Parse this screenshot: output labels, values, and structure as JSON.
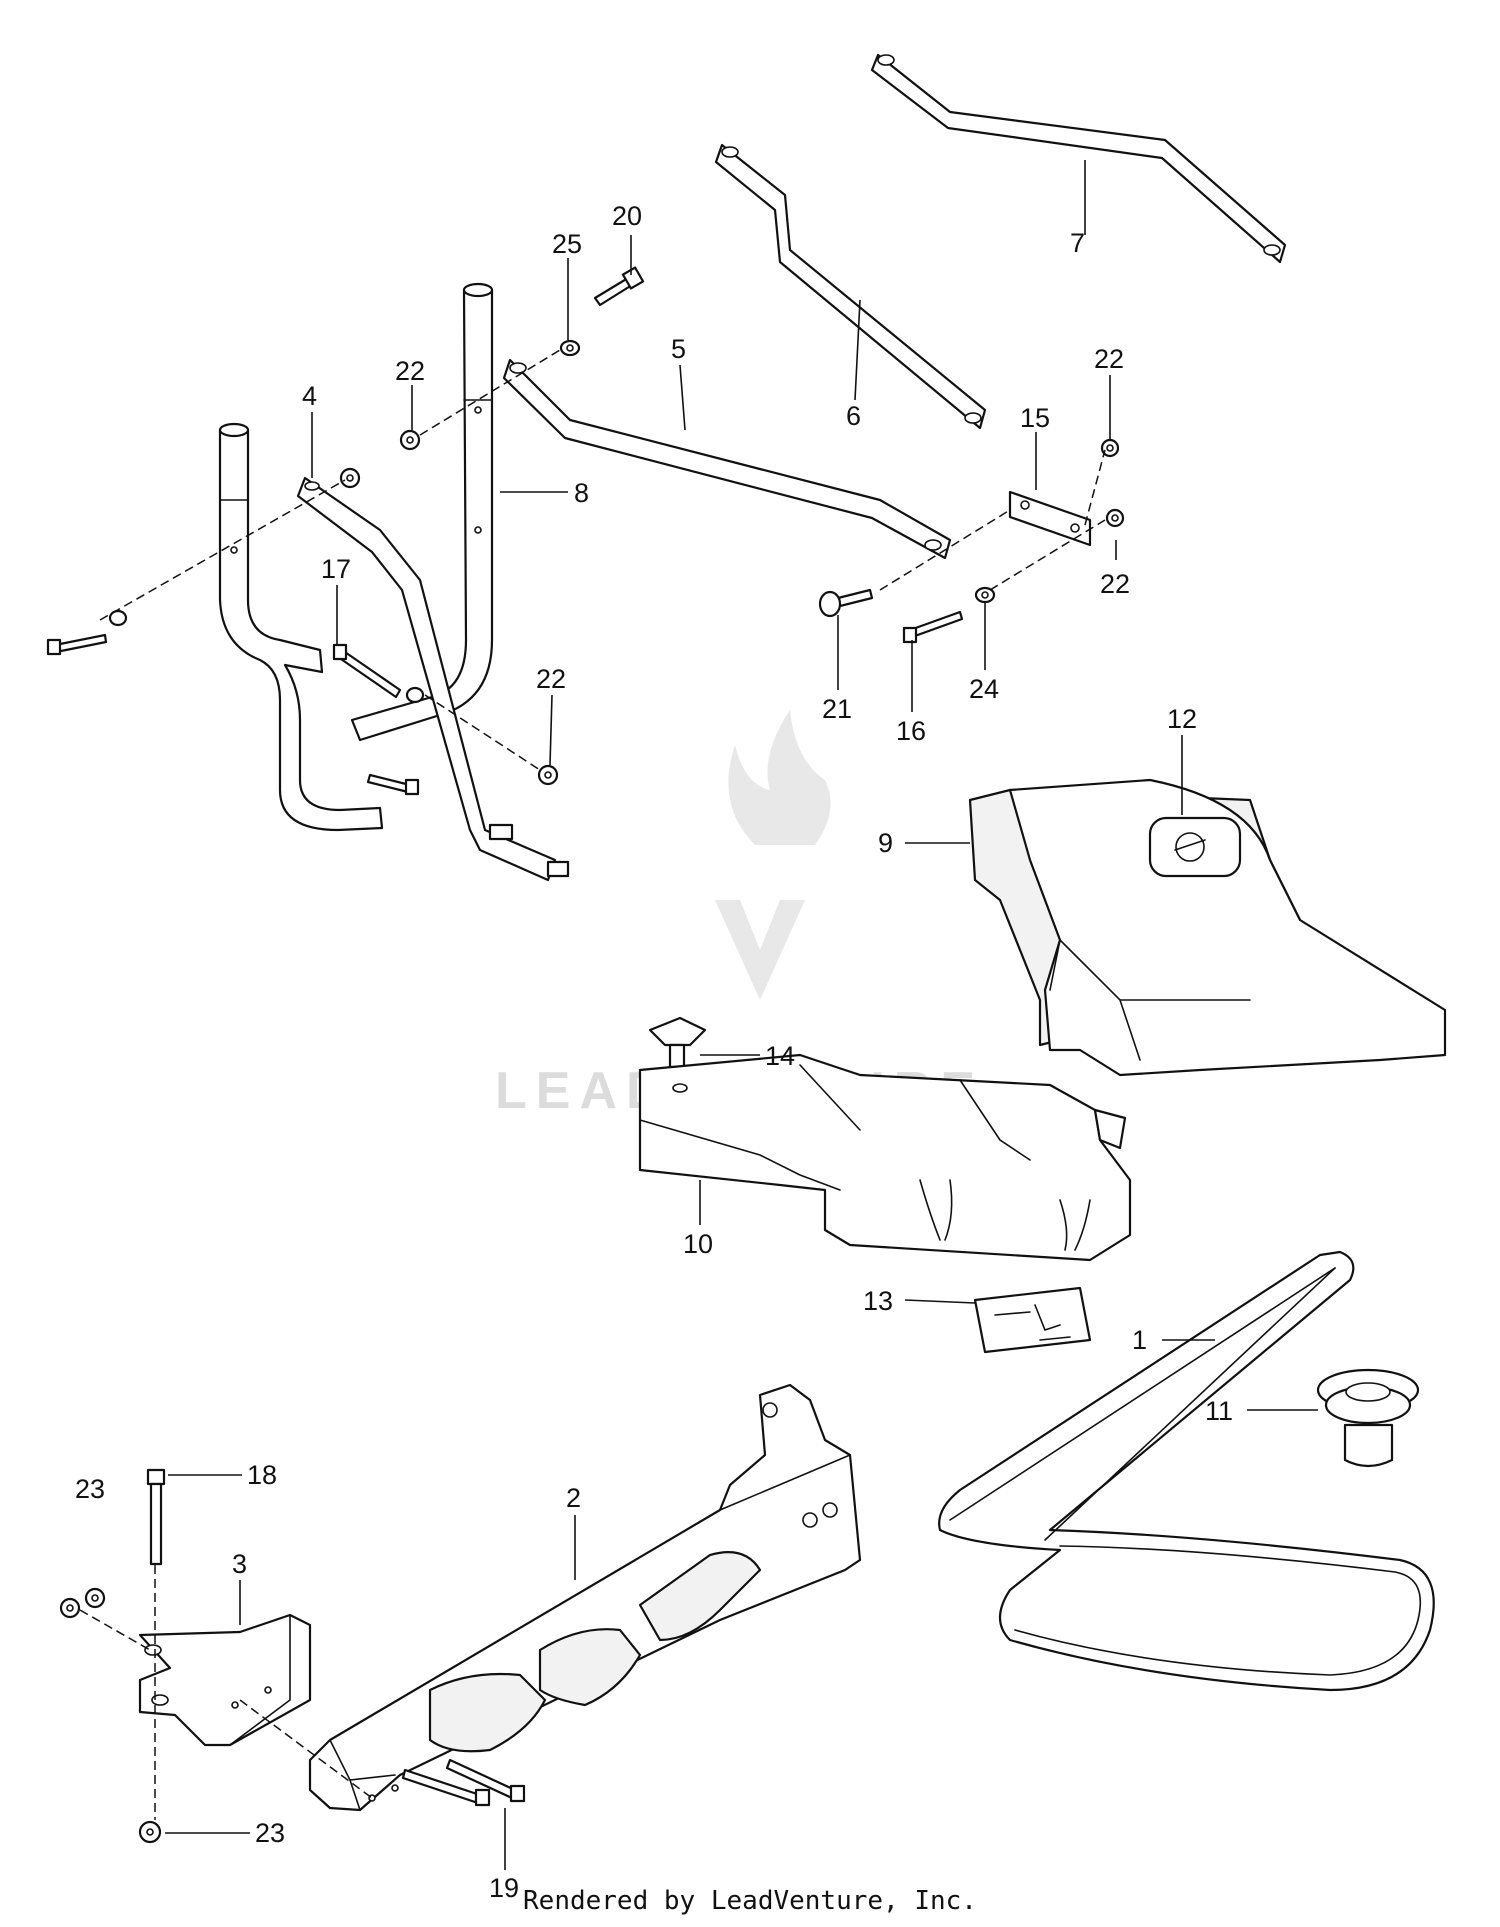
{
  "callouts": {
    "c1": "1",
    "c2": "2",
    "c3": "3",
    "c4": "4",
    "c5": "5",
    "c6": "6",
    "c7": "7",
    "c8": "8",
    "c9": "9",
    "c10": "10",
    "c11": "11",
    "c12": "12",
    "c13": "13",
    "c14": "14",
    "c15": "15",
    "c16": "16",
    "c17": "17",
    "c18": "18",
    "c19": "19",
    "c20": "20",
    "c21": "21",
    "c22a": "22",
    "c22b": "22",
    "c22c": "22",
    "c22d": "22",
    "c23a": "23",
    "c23b": "23",
    "c24": "24",
    "c25": "25"
  },
  "watermark": {
    "text": "LEADVENTURE"
  },
  "footer": {
    "text": "Rendered by LeadVenture, Inc."
  },
  "colors": {
    "line": "#111111",
    "watermark": "#dcdcdc",
    "background": "#ffffff"
  }
}
